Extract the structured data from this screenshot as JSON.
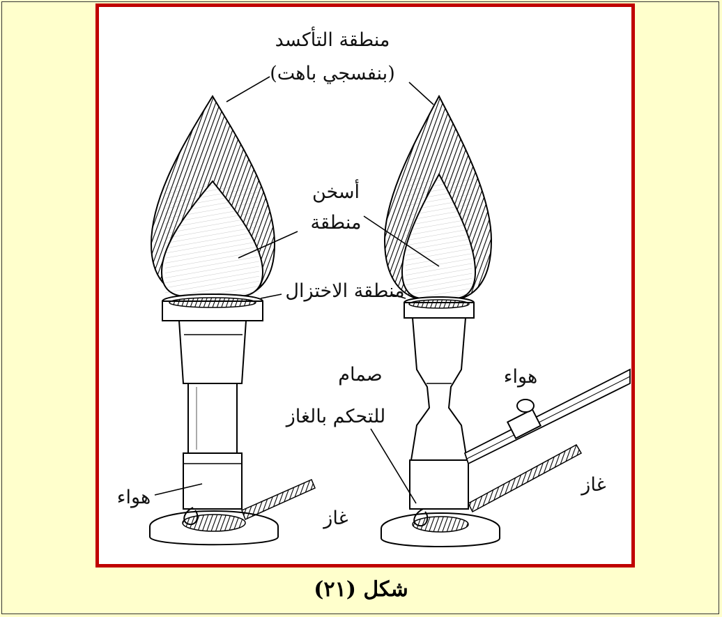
{
  "figure": {
    "labels": {
      "oxidation_zone": "منطقة التأكسد",
      "oxidation_color": "(بنفسجي باهت)",
      "hottest": "أسخن",
      "zone": "منطقة",
      "reduction_zone": "منطقة الاختزال",
      "valve_line1": "صمام",
      "valve_line2": "للتحكم بالغاز",
      "air_right": "هواء",
      "gas_right": "غاز",
      "air_left": "هواء",
      "gas_left": "غاز"
    }
  },
  "caption": "شكل (٢١)",
  "colors": {
    "frame": "#c00000",
    "background": "#ffffcc"
  }
}
